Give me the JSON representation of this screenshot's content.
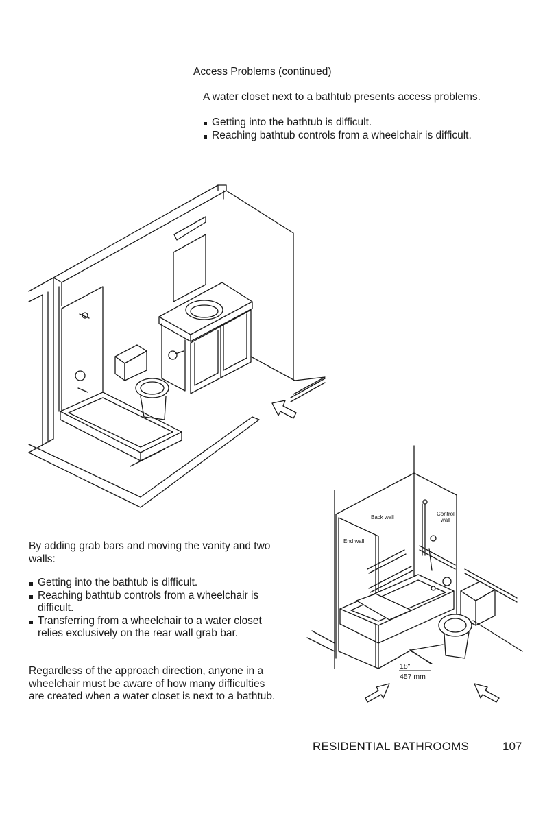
{
  "section": {
    "heading": "Access Problems (continued)",
    "intro": "A water closet next to a bathtub presents access problems.",
    "problems": [
      "Getting into the bathtub is difficult.",
      "Reaching bathtub controls from a wheelchair is difficult."
    ]
  },
  "solution": {
    "intro": "By adding grab bars and moving the vanity and two walls:",
    "points": [
      "Getting into the bathtub is difficult.",
      "Reaching bathtub controls from a wheelchair is difficult.",
      "Transferring from a wheelchair to a water closet relies exclusively on the rear wall grab bar."
    ],
    "conclusion": "Regardless of the approach direction, anyone in a wheelchair must be aware of how many difficulties are created when a water closet is next to a bathtub."
  },
  "figure2": {
    "label_back_wall": "Back wall",
    "label_end_wall": "End wall",
    "label_control_line1": "Control",
    "label_control_line2": "wall",
    "dimension_in": "18\"",
    "dimension_mm": "457 mm"
  },
  "footer": {
    "title": "RESIDENTIAL BATHROOMS",
    "page": "107"
  }
}
